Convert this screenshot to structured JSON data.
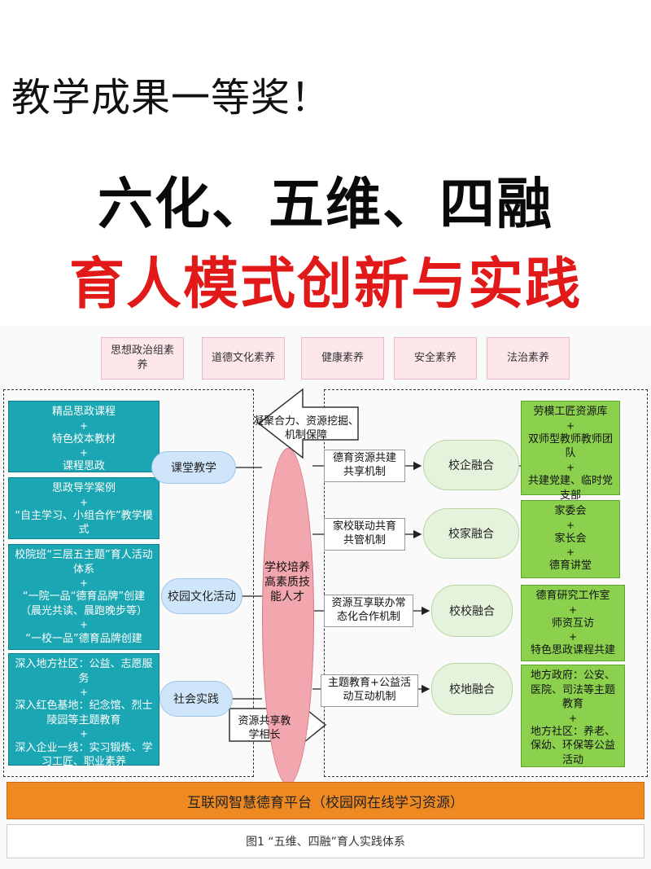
{
  "header": {
    "line1": "教学成果一等奖！",
    "line2": "六化、五维、四融",
    "line3": "育人模式创新与实践"
  },
  "qualities": [
    "思想政治组素养",
    "道德文化素养",
    "健康素养",
    "安全素养",
    "法治素养"
  ],
  "left_blocks": [
    {
      "items": [
        "精品思政课程",
        "特色校本教材",
        "课程思政"
      ]
    },
    {
      "items": [
        "思政导学案例",
        "“自主学习、小组合作”教学模式"
      ]
    },
    {
      "items": [
        "校院班“三层五主题”育人活动体系",
        "“一院一品“德育品牌”创建（晨光共读、晨跑晚步等）",
        "“一校一品”德育品牌创建"
      ]
    },
    {
      "items": [
        "深入地方社区：公益、志愿服务",
        "深入红色基地：纪念馆、烈士陵园等主题教育",
        "深入企业一线：实习锻炼、学习工匠、职业素养"
      ]
    }
  ],
  "channels": [
    "课堂教学",
    "校园文化活动",
    "社会实践"
  ],
  "center": {
    "label": "学校培养高素质技能人才"
  },
  "top_arrow_text": "凝聚合力、资源挖掘、机制保障",
  "bottom_arrow_text": "资源共享教学相长",
  "mechanisms": [
    "德育资源共建共享机制",
    "家校联动共育共管机制",
    "资源互享联办常态化合作机制",
    "主题教育+公益活动互动机制"
  ],
  "integrations": [
    "校企融合",
    "校家融合",
    "校校融合",
    "校地融合"
  ],
  "right_blocks": [
    {
      "items": [
        "劳模工匠资源库",
        "双师型教师教师团队",
        "共建党建、临时党支部"
      ]
    },
    {
      "items": [
        "家委会",
        "家长会",
        "德育讲堂"
      ]
    },
    {
      "items": [
        "德育研究工作室",
        "师资互访",
        "特色思政课程共建"
      ]
    },
    {
      "items": [
        "地方政府：公安、医院、司法等主题教育",
        "地方社区：养老、保幼、环保等公益活动"
      ]
    }
  ],
  "plus_sign": "+",
  "platform": "互联网智慧德育平台（校园网在线学习资源）",
  "caption": "图1 “五维、四融”育人实践体系",
  "colors": {
    "teal": "#1aa6b3",
    "green": "#8bd14e",
    "pink": "#fde7ea",
    "orange": "#ef8a22",
    "red": "#e11919"
  }
}
